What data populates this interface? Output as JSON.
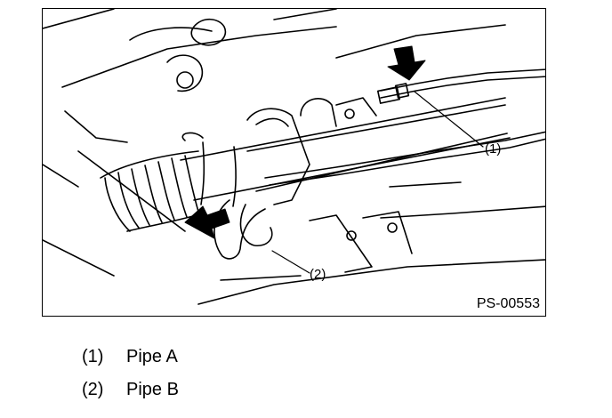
{
  "figure": {
    "code": "PS-00553",
    "callouts": [
      {
        "num": "(1)"
      },
      {
        "num": "(2)"
      }
    ]
  },
  "legend": [
    {
      "num": "(1)",
      "label": "Pipe A"
    },
    {
      "num": "(2)",
      "label": "Pipe B"
    }
  ]
}
